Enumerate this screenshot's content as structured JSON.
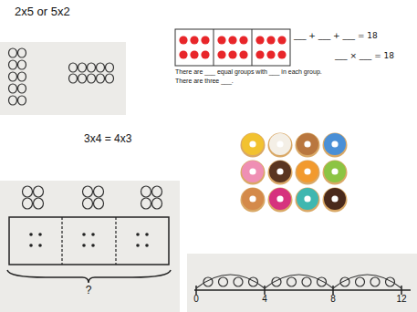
{
  "diagram": {
    "labels": [
      "2x5 or 5x2",
      "___ + ___ + ___ = 18",
      "___ × ___ = 18",
      "There are ___ equal groups with ___ in each group.",
      "There are three ___.",
      "3x4 = 4x3",
      "?",
      "0",
      "4",
      "8",
      "12"
    ]
  }
}
